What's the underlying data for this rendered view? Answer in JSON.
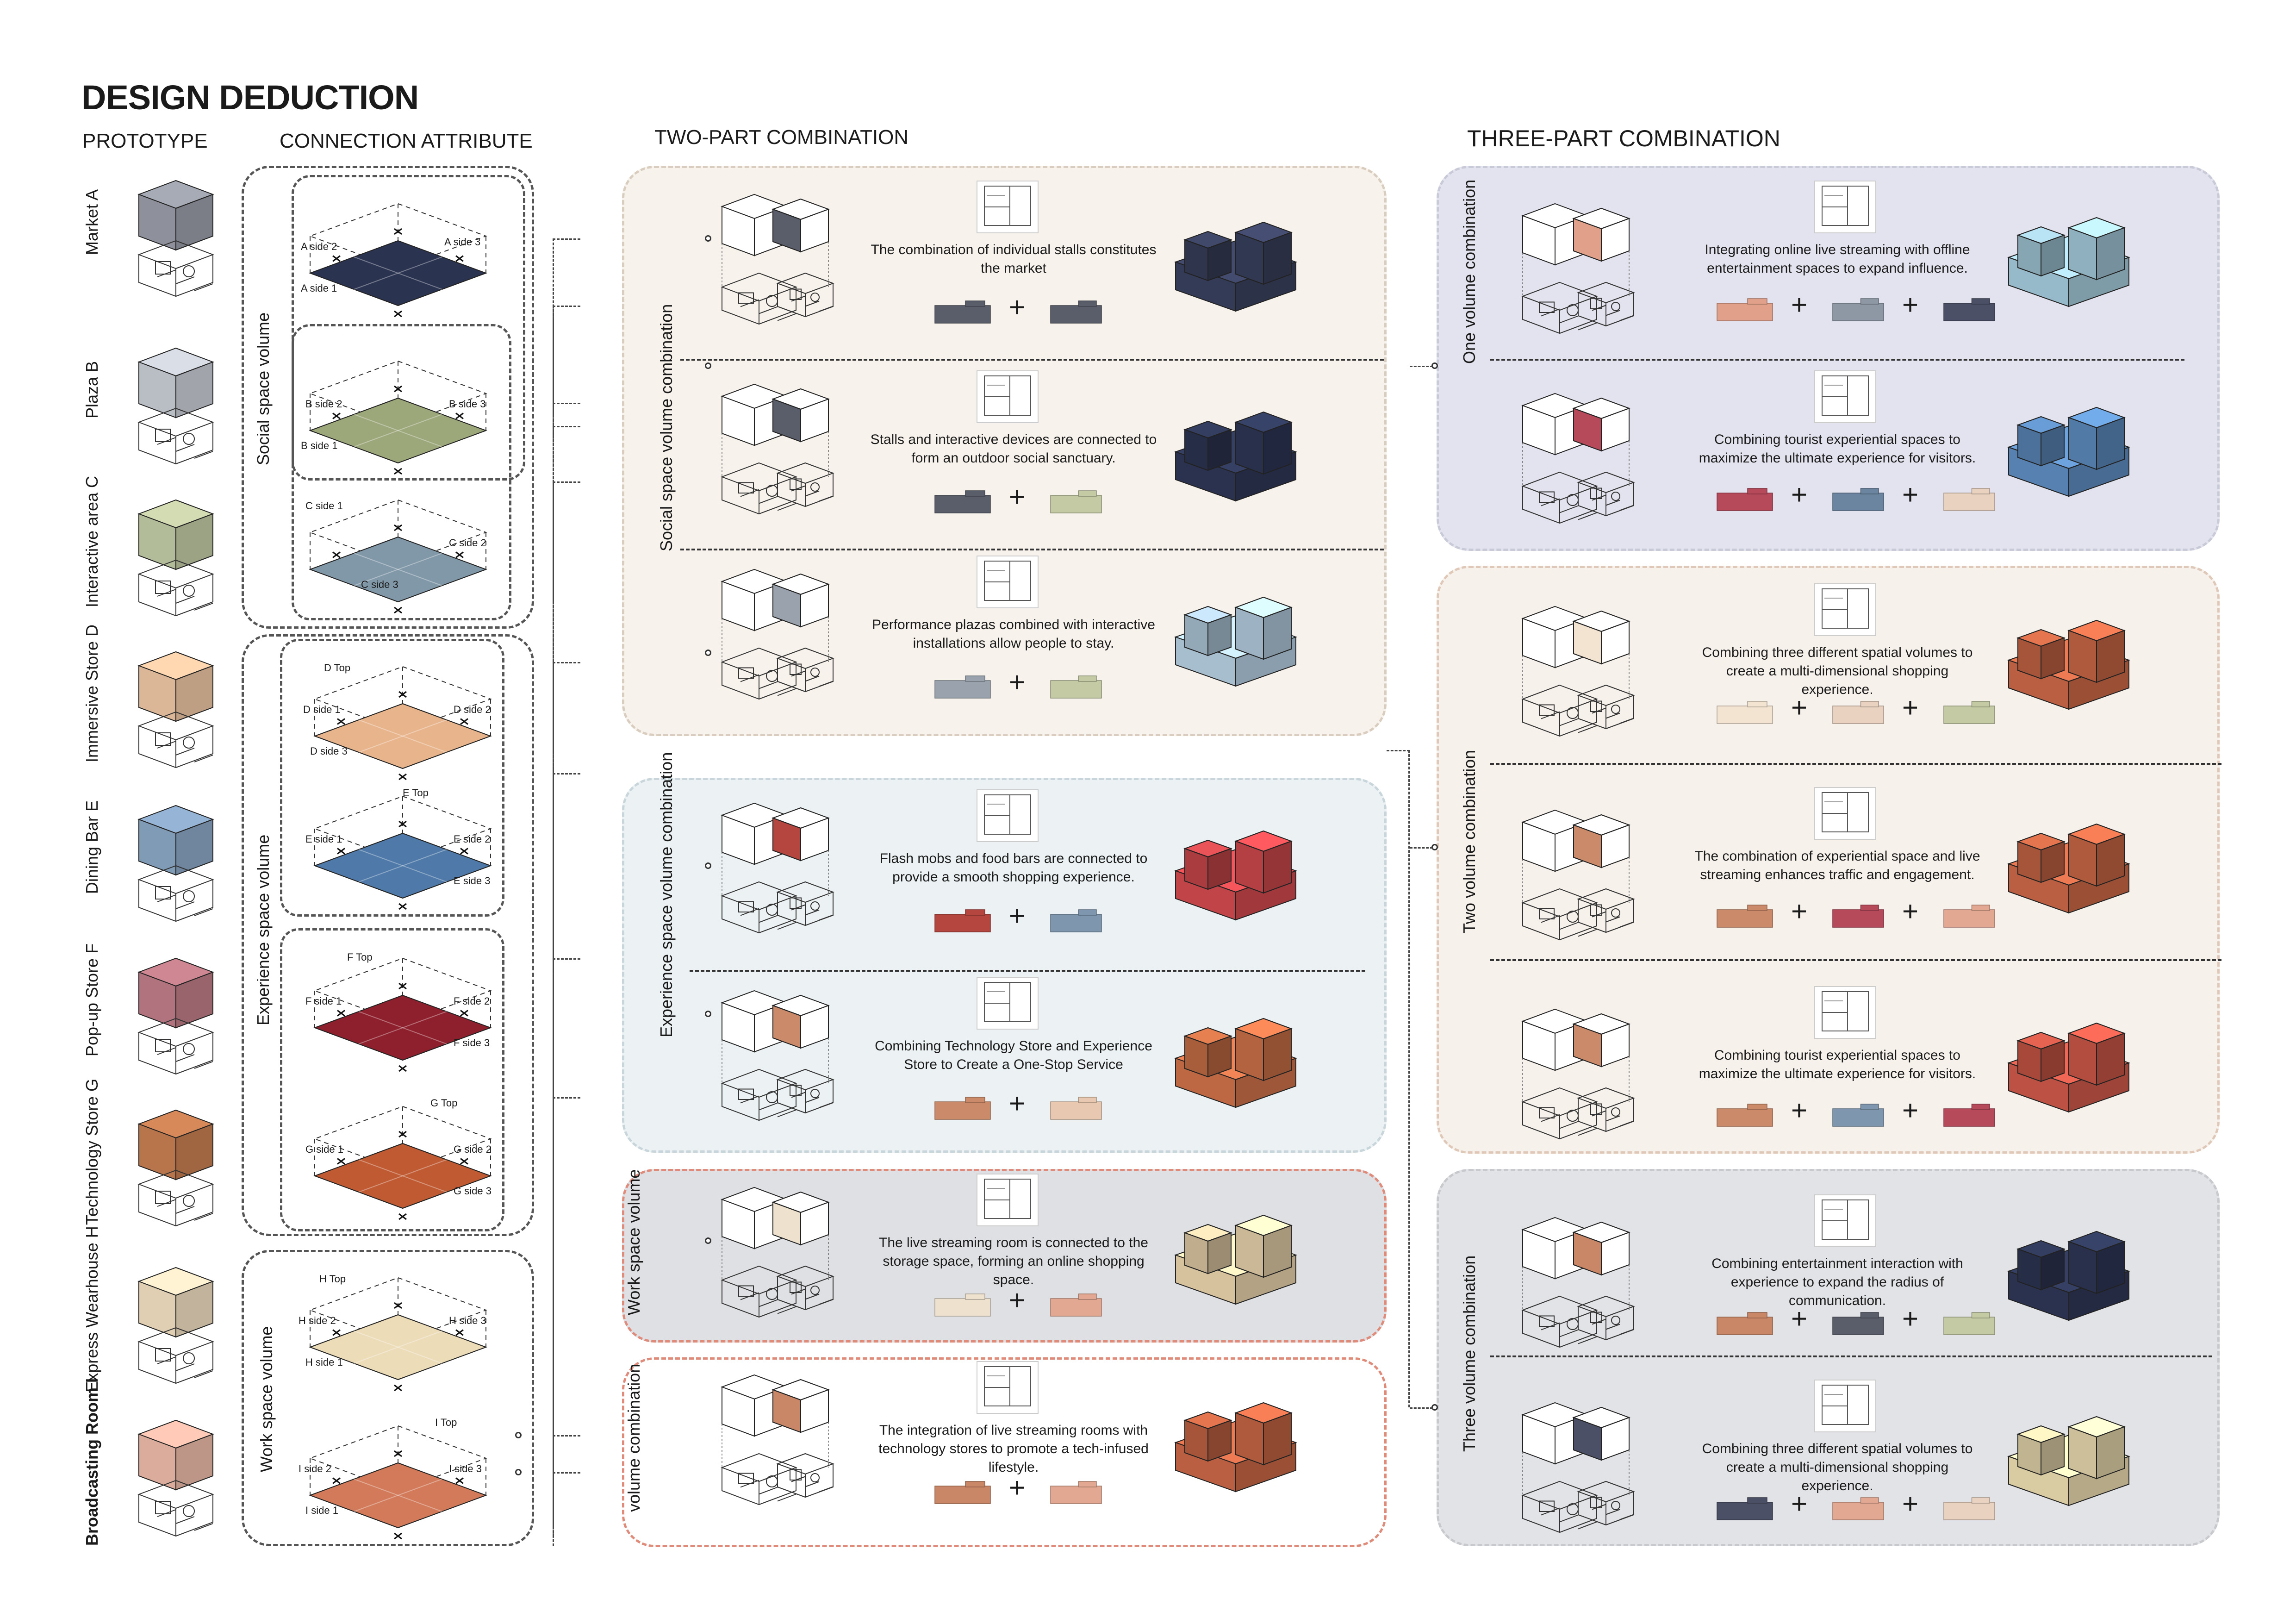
{
  "title": "DESIGN DEDUCTION",
  "columns": {
    "prototype": "PROTOTYPE",
    "connection": "CONNECTION ATTRIBUTE",
    "two_part": "TWO-PART COMBINATION",
    "three_part": "THREE-PART COMBINATION"
  },
  "prototypes": [
    {
      "label": "Market  A",
      "color": "#9a9ea8"
    },
    {
      "label": "Plaza  B",
      "color": "#c9ced6"
    },
    {
      "label": "Interactive area C",
      "color": "#c3cca6"
    },
    {
      "label": "Immersive Store D",
      "color": "#efc7a4"
    },
    {
      "label": "Dining Bar E",
      "color": "#8ba8c6"
    },
    {
      "label": "Pop-up Store F",
      "color": "#c07d88"
    },
    {
      "label": "Technology Store G",
      "color": "#c87f52"
    },
    {
      "label": "Express  Wearhouse H",
      "color": "#f3e1c3"
    },
    {
      "label": "Broadcasting Room I",
      "color": "#eebba9"
    }
  ],
  "attribute_groups": [
    {
      "label": "Social space volume"
    },
    {
      "label": "Experience space volume"
    },
    {
      "label": "Work space volume"
    }
  ],
  "attributes": [
    {
      "name": "A",
      "color": "#2a3350",
      "labels": [
        "A side 2",
        "A side 3",
        "A side 1"
      ]
    },
    {
      "name": "B",
      "color": "#9ca77a",
      "labels": [
        "B side 2",
        "B side 3",
        "B side 1"
      ]
    },
    {
      "name": "C",
      "color": "#8198a8",
      "labels": [
        "C side 1",
        "C side 2",
        "C side 3"
      ]
    },
    {
      "name": "D",
      "color": "#e8b48c",
      "labels": [
        "D Top",
        "D side 1",
        "D side 2",
        "D side 3"
      ]
    },
    {
      "name": "E",
      "color": "#4e79a8",
      "labels": [
        "E Top",
        "E side 1",
        "E side 2",
        "E side 3"
      ]
    },
    {
      "name": "F",
      "color": "#8e1f2c",
      "labels": [
        "F Top",
        "F side 1",
        "F side 2",
        "F side 3"
      ]
    },
    {
      "name": "G",
      "color": "#bf5a32",
      "labels": [
        "G Top",
        "G side 1",
        "G side 2",
        "G side 3"
      ]
    },
    {
      "name": "H",
      "color": "#ecdcb8",
      "labels": [
        "H Top",
        "H side 2",
        "H side 3",
        "H side 1"
      ]
    },
    {
      "name": "I",
      "color": "#d27a5a",
      "labels": [
        "I Top",
        "I side 2",
        "I side 3",
        "I side 1"
      ]
    }
  ],
  "two_part": {
    "social_label": "Social space volume combination",
    "experience_label": "Experience space volume combination",
    "work_label": "Work space volume",
    "volume_label": "volume combination",
    "items": [
      {
        "caption": "The combination of individual stalls constitutes the market",
        "model_color": "#3a4260",
        "parts": [
          "#5a5e6a",
          "#5a5e6a"
        ]
      },
      {
        "caption": "Stalls and interactive devices are connected to form an outdoor social sanctuary.",
        "model_color": "#2f3858",
        "parts": [
          "#5a5e6a",
          "#c4caa4"
        ]
      },
      {
        "caption": "Performance plazas combined with interactive installations allow people to stay.",
        "model_color": "#b9d3e6",
        "parts": [
          "#9aa3ad",
          "#c4caa4"
        ]
      },
      {
        "caption": "Flash mobs and food bars are connected to provide a smooth shopping experience.",
        "model_color": "#d54b50",
        "parts": [
          "#b5453f",
          "#7e97ae"
        ]
      },
      {
        "caption": "Combining Technology Store and Experience Store to Create a One-Stop Service",
        "model_color": "#d2744a",
        "parts": [
          "#cb8a6a",
          "#e8c8b0"
        ]
      },
      {
        "caption": "The live streaming room is connected to the storage space, forming an online shopping space.",
        "model_color": "#efd8b0",
        "parts": [
          "#eee2cf",
          "#e2a892"
        ]
      },
      {
        "caption": "The integration of live streaming rooms with technology stores to promote a tech-infused lifestyle.",
        "model_color": "#cf6a48",
        "parts": [
          "#c98768",
          "#e2a892"
        ]
      }
    ]
  },
  "three_part": {
    "one_label": "One volume combination",
    "two_label": "Two volume combination",
    "three_label": "Three volume combination",
    "items": [
      {
        "caption": "Integrating online live streaming with offline entertainment spaces to expand influence.",
        "model_color": "#a8cfe0",
        "parts": [
          "#e1a08a",
          "#8e98a5",
          "#4c5066"
        ]
      },
      {
        "caption": "Combining tourist experiential spaces to maximize the ultimate experience for visitors.",
        "model_color": "#5f8fc3",
        "parts": [
          "#b6495a",
          "#6b84a0",
          "#ead2c0"
        ]
      },
      {
        "caption": "Combining three different spatial volumes to create a multi-dimensional shopping experience.",
        "model_color": "#cf6a48",
        "parts": [
          "#f3e4d2",
          "#ead2c0",
          "#c4caa4"
        ]
      },
      {
        "caption": "The combination of experiential space and live streaming enhances traffic and engagement.",
        "model_color": "#cf6a48",
        "parts": [
          "#cb8a6a",
          "#b6495a",
          "#e2a892"
        ]
      },
      {
        "caption": "Combining tourist experiential spaces to maximize the ultimate experience for visitors.",
        "model_color": "#d25a4a",
        "parts": [
          "#cb8a6a",
          "#7e97ae",
          "#b6495a"
        ]
      },
      {
        "caption": "Combining entertainment interaction with experience to expand the radius of communication.",
        "model_color": "#2f3858",
        "parts": [
          "#c98768",
          "#5a5e6a",
          "#c4caa4"
        ]
      },
      {
        "caption": "Combining three different spatial volumes to create a multi-dimensional shopping experience.",
        "model_color": "#f1e1b4",
        "parts": [
          "#4c5066",
          "#e2a892",
          "#ead2c0"
        ]
      }
    ]
  }
}
